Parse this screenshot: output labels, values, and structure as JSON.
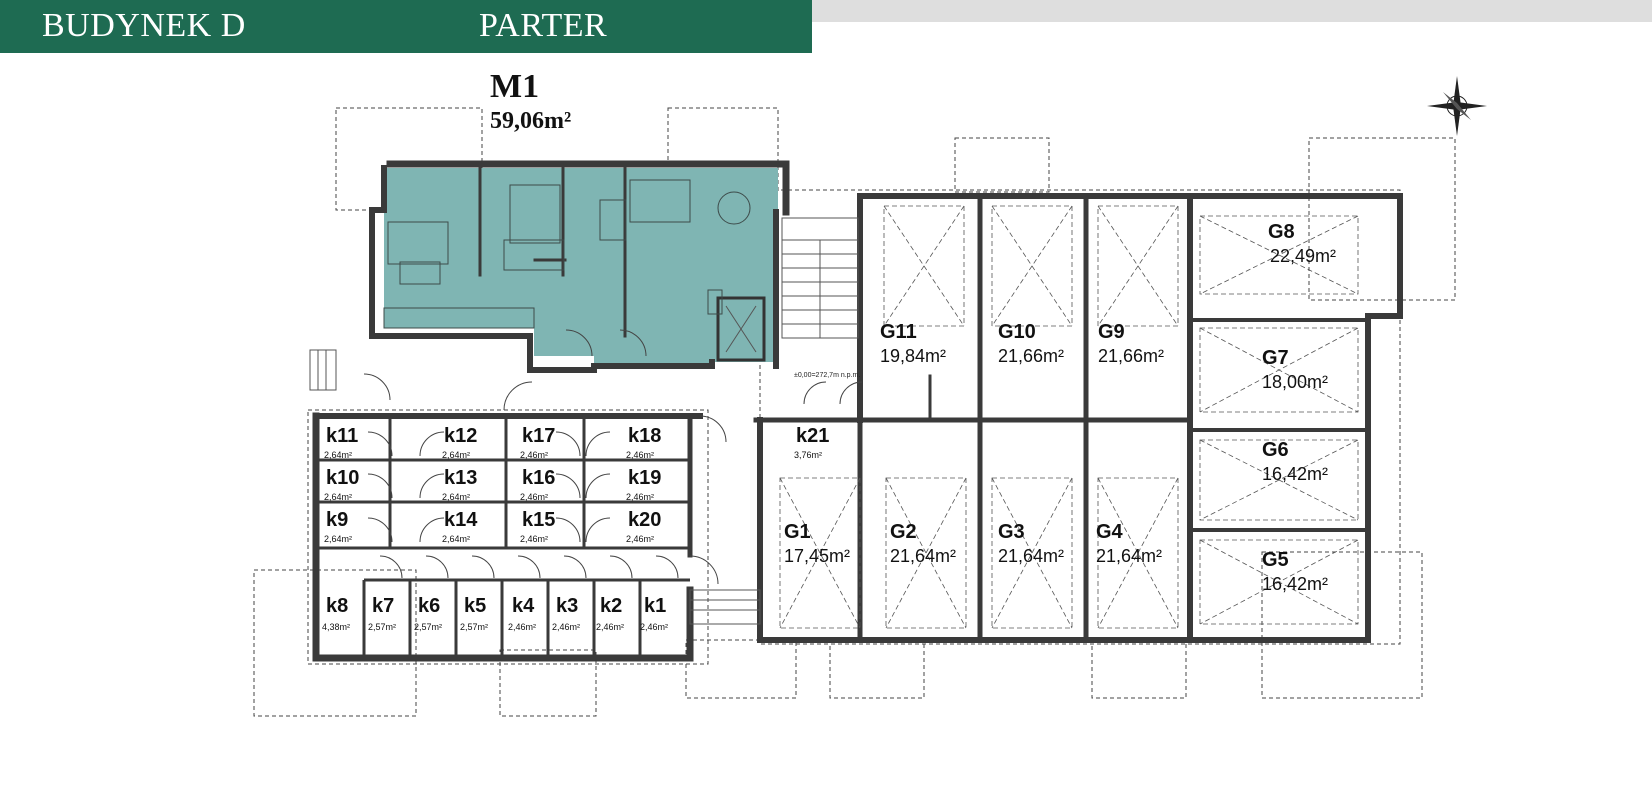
{
  "header": {
    "building": "BUDYNEK D",
    "floor": "PARTER"
  },
  "apartment": {
    "name": "M1",
    "area": "59,06m²"
  },
  "elevation_note": "±0,00=272,7m n.p.m.",
  "colors": {
    "header": "#1e6b52",
    "apartment": "#7fb5b3",
    "wall": "#333333"
  },
  "storage": [
    {
      "name": "k11",
      "area": "2,64m²"
    },
    {
      "name": "k12",
      "area": "2,64m²"
    },
    {
      "name": "k17",
      "area": "2,46m²"
    },
    {
      "name": "k18",
      "area": "2,46m²"
    },
    {
      "name": "k10",
      "area": "2,64m²"
    },
    {
      "name": "k13",
      "area": "2,64m²"
    },
    {
      "name": "k16",
      "area": "2,46m²"
    },
    {
      "name": "k19",
      "area": "2,46m²"
    },
    {
      "name": "k9",
      "area": "2,64m²"
    },
    {
      "name": "k14",
      "area": "2,64m²"
    },
    {
      "name": "k15",
      "area": "2,46m²"
    },
    {
      "name": "k20",
      "area": "2,46m²"
    },
    {
      "name": "k8",
      "area": "4,38m²"
    },
    {
      "name": "k7",
      "area": "2,57m²"
    },
    {
      "name": "k6",
      "area": "2,57m²"
    },
    {
      "name": "k5",
      "area": "2,57m²"
    },
    {
      "name": "k4",
      "area": "2,46m²"
    },
    {
      "name": "k3",
      "area": "2,46m²"
    },
    {
      "name": "k2",
      "area": "2,46m²"
    },
    {
      "name": "k1",
      "area": "2,46m²"
    },
    {
      "name": "k21",
      "area": "3,76m²"
    }
  ],
  "garages": [
    {
      "name": "G11",
      "area": "19,84m²"
    },
    {
      "name": "G10",
      "area": "21,66m²"
    },
    {
      "name": "G9",
      "area": "21,66m²"
    },
    {
      "name": "G8",
      "area": "22,49m²"
    },
    {
      "name": "G7",
      "area": "18,00m²"
    },
    {
      "name": "G6",
      "area": "16,42m²"
    },
    {
      "name": "G5",
      "area": "16,42m²"
    },
    {
      "name": "G1",
      "area": "17,45m²"
    },
    {
      "name": "G2",
      "area": "21,64m²"
    },
    {
      "name": "G3",
      "area": "21,64m²"
    },
    {
      "name": "G4",
      "area": "21,64m²"
    }
  ]
}
